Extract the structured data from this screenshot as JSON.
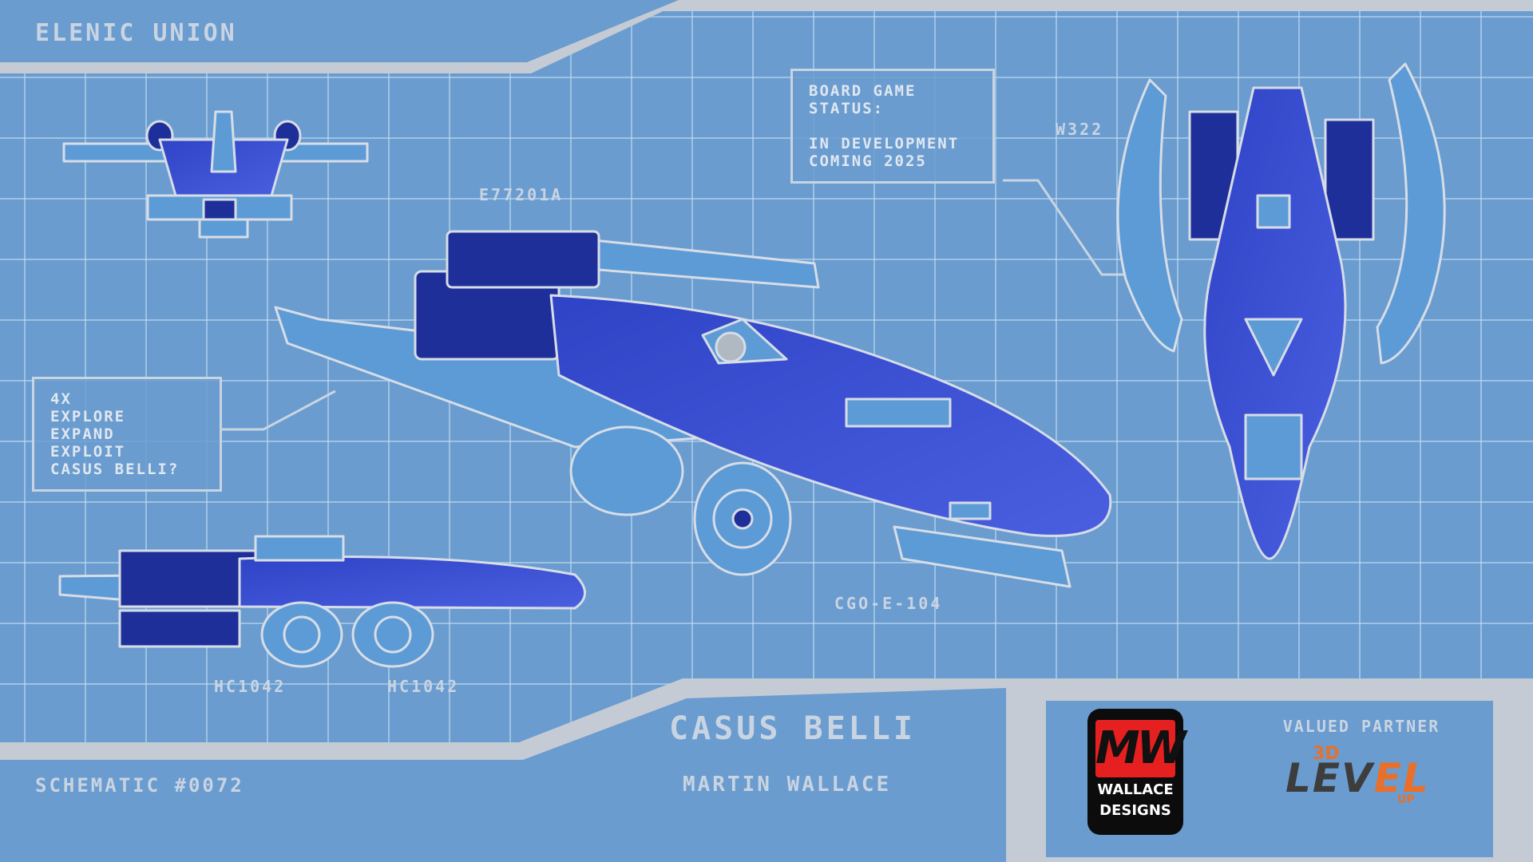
{
  "header": {
    "faction": "ELENIC UNION"
  },
  "status_box": {
    "lines": [
      "BOARD GAME",
      "STATUS:",
      "",
      "IN DEVELOPMENT",
      "COMING 2025"
    ]
  },
  "designations": {
    "top_view": "W322",
    "main_view": "E77201A",
    "rear": "CGO-E-104",
    "wheel_left": "HC1042",
    "wheel_right": "HC1042"
  },
  "features_box": {
    "lines": [
      "4X",
      "EXPLORE",
      "EXPAND",
      "EXPLOIT",
      "CASUS BELLI?"
    ]
  },
  "footer": {
    "schematic": "SCHEMATIC #0072",
    "game_title": "CASUS BELLI",
    "designer": "MARTIN WALLACE"
  },
  "logos": {
    "publisher": {
      "mark": "MW",
      "name_line1": "WALLACE",
      "name_line2": "DESIGNS",
      "color": "#e62020"
    },
    "partner_label": "VALUED PARTNER",
    "partner": {
      "prefix": "3D",
      "word_a": "LEV",
      "word_b": "EL",
      "sub": "UP",
      "color": "#e8702a"
    }
  },
  "colors": {
    "background": "#6a9ccf",
    "frame": "#c4cbd4",
    "hull": "#3a4fd0",
    "hull_dark": "#1f2f9a",
    "hull_light": "#5d9bd6",
    "outline": "#d7dde6"
  }
}
